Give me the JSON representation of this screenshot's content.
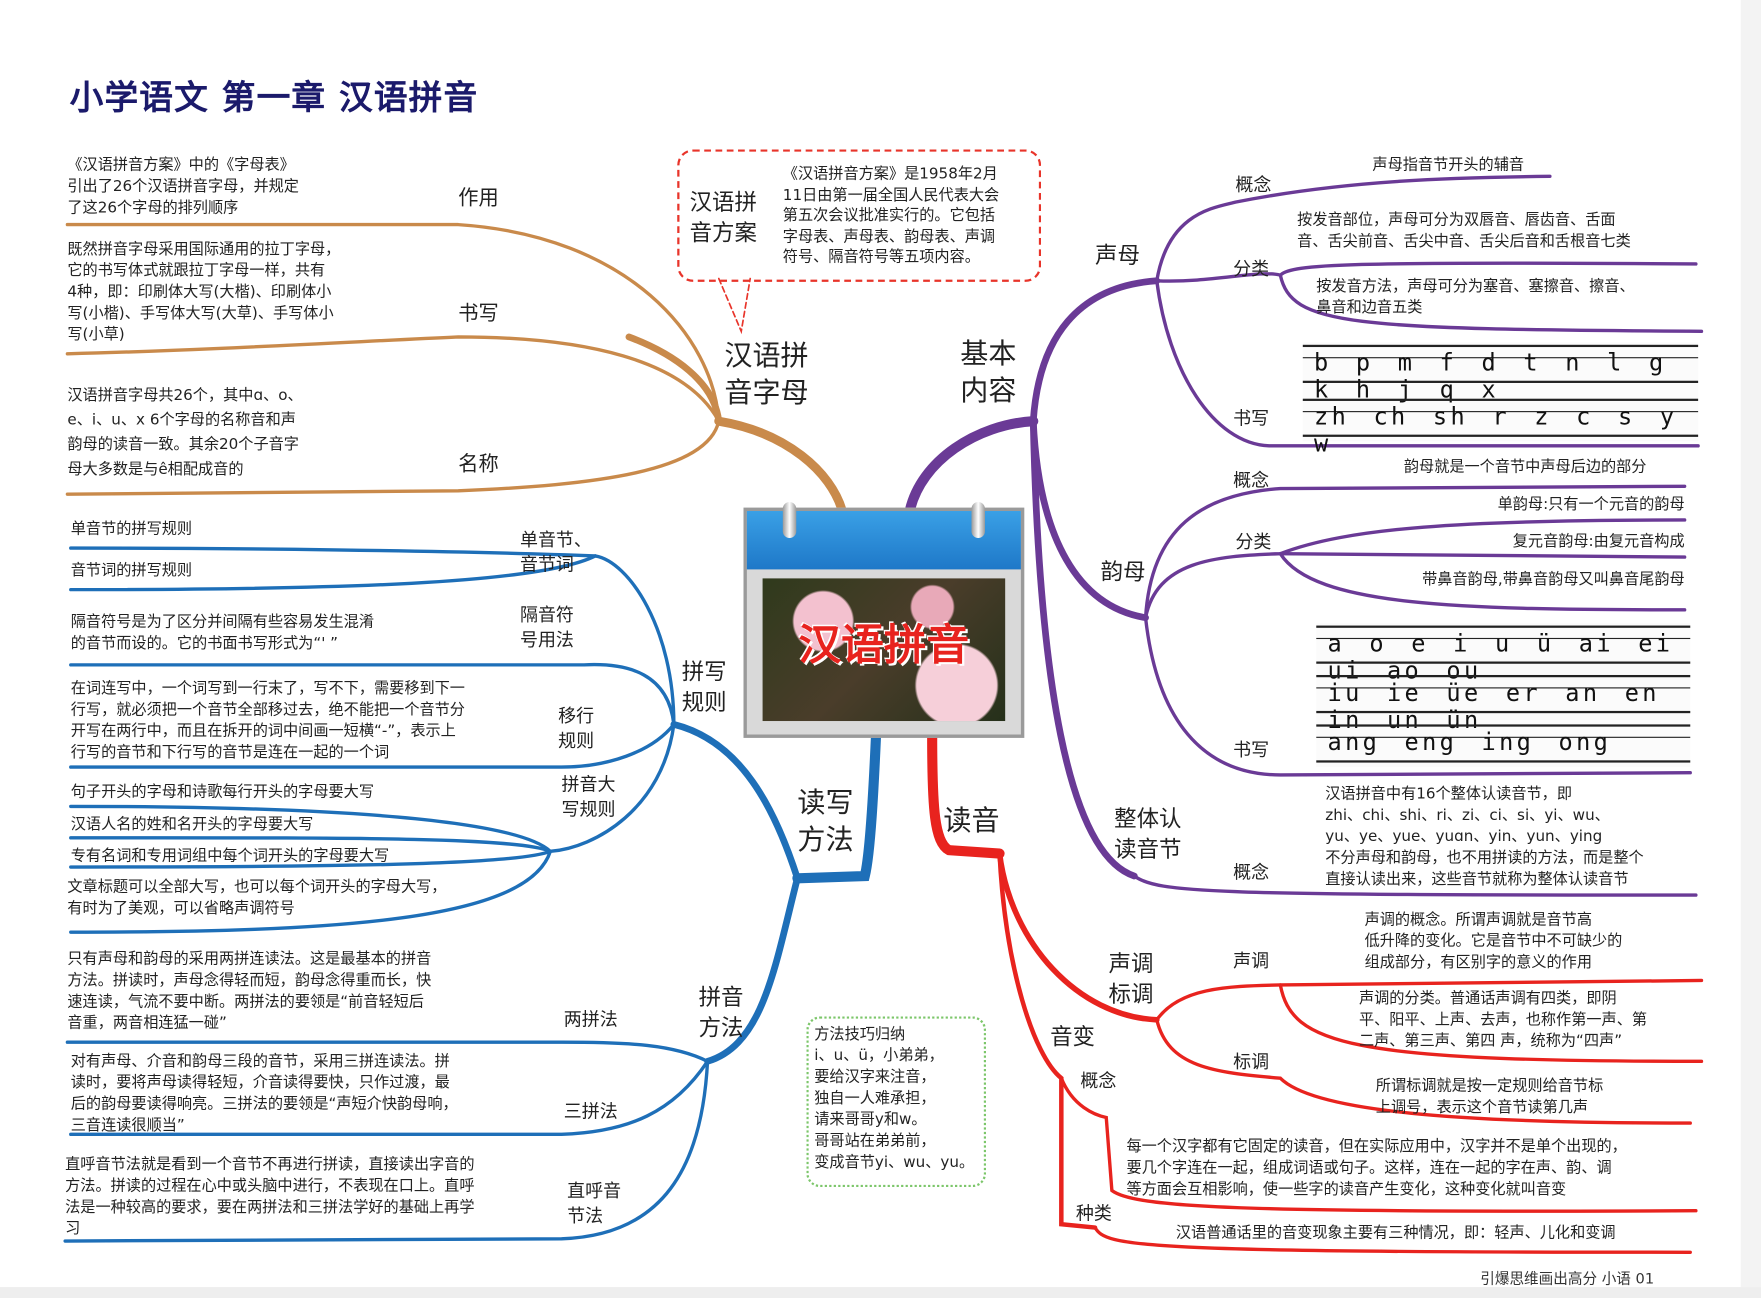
{
  "title": "小学语文  第一章  汉语拼音",
  "center": {
    "label": "汉语拼音"
  },
  "colors": {
    "orange": "#c98a4b",
    "purple": "#6a3a96",
    "blue": "#1e6fb8",
    "red": "#e8231e",
    "title": "#1b1a6b"
  },
  "letters": {
    "main": "汉语拼\n音字母",
    "callout": {
      "title": "汉语拼\n音方案",
      "text": "《汉语拼音方案》是1958年2月\n11日由第一届全国人民代表大会\n第五次会议批准实行的。它包括\n字母表、声母表、韵母表、声调\n符号、隔音符号等五项内容。"
    },
    "branches": [
      {
        "label": "作用",
        "text": "《汉语拼音方案》中的《字母表》\n引出了26个汉语拼音字母，并规定\n了这26个字母的排列顺序"
      },
      {
        "label": "书写",
        "text": "既然拼音字母采用国际通用的拉丁字母，\n它的书写体式就跟拉丁字母一样，共有\n4种，即：印刷体大写(大楷)、印刷体小\n写(小楷)、手写体大写(大草)、手写体小\n写(小草)"
      },
      {
        "label": "名称",
        "text": "汉语拼音字母共26个，其中ɑ、o、\ne、i、u、x 6个字母的名称音和声\n韵母的读音一致。其余20个子音字\n母大多数是与ê相配成音的"
      }
    ]
  },
  "basic": {
    "main": "基本\n内容",
    "shengmu": {
      "label": "声母",
      "concept_label": "概念",
      "concept": "声母指音节开头的辅音",
      "class_label": "分类",
      "class": [
        "按发音部位，声母可分为双唇音、唇齿音、舌面\n音、舌尖前音、舌尖中音、舌尖后音和舌根音七类",
        "按发音方法，声母可分为塞音、塞擦音、擦音、\n鼻音和边音五类"
      ],
      "write_label": "书写",
      "write_rows": [
        "b p m f d t n l g k h j q x",
        "zh ch sh r z c s y w"
      ]
    },
    "yunmu": {
      "label": "韵母",
      "concept_label": "概念",
      "concept": "韵母就是一个音节中声母后边的部分",
      "class_label": "分类",
      "class": [
        "单韵母:只有一个元音的韵母",
        "复元音韵母:由复元音构成",
        "带鼻音韵母,带鼻音韵母又叫鼻音尾韵母"
      ],
      "write_label": "书写",
      "write_rows": [
        "a o e i u ü ai ei ui ao ou",
        "iu ie üe er an en in un ün",
        "ang  eng  ing  ong"
      ]
    },
    "whole": {
      "label": "整体认\n读音节",
      "concept_label": "概念",
      "concept": "汉语拼音中有16个整体认读音节，即\n    zhi、chi、shi、ri、zi、ci、si、yi、wu、\n    yu、ye、yue、yuɑn、yin、yun、ying\n不分声母和韵母，也不用拼读的方法，而是整个\n直接认读出来，这些音节就称为整体认读音节"
    }
  },
  "method": {
    "main": "读写\n方法",
    "spelling": {
      "label": "拼写\n规则",
      "groups": [
        {
          "label": "单音节、\n音节词",
          "items": [
            "单音节的拼写规则",
            "音节词的拼写规则"
          ]
        },
        {
          "label": "隔音符\n号用法",
          "items": [
            "隔音符号是为了区分并间隔有些容易发生混淆\n的音节而设的。它的书面书写形式为“' ”"
          ]
        },
        {
          "label": "移行\n规则",
          "items": [
            "在词连写中，一个词写到一行末了，写不下，需要移到下一\n行写，就必须把一个音节全部移过去，绝不能把一个音节分\n开写在两行中，而且在拆开的词中间画一短横“-”，表示上\n行写的音节和下行写的音节是连在一起的一个词"
          ]
        },
        {
          "label": "拼音大\n写规则",
          "items": [
            "句子开头的字母和诗歌每行开头的字母要大写",
            "汉语人名的姓和名开头的字母要大写",
            "专有名词和专用词组中每个词开头的字母要大写",
            "文章标题可以全部大写，也可以每个词开头的字母大写，\n有时为了美观，可以省略声调符号"
          ]
        }
      ]
    },
    "pinyin": {
      "label": "拼音\n方法",
      "items": [
        {
          "label": "两拼法",
          "text": "只有声母和韵母的采用两拼连读法。这是最基本的拼音\n方法。拼读时，声母念得轻而短，韵母念得重而长，快\n速连读，气流不要中断。两拼法的要领是“前音轻短后\n音重，两音相连猛一碰”"
        },
        {
          "label": "三拼法",
          "text": "对有声母、介音和韵母三段的音节，采用三拼连读法。拼\n读时，要将声母读得轻短，介音读得要快，只作过渡，最\n后的韵母要读得响亮。三拼法的要领是“声短介快韵母响，\n三音连读很顺当”"
        },
        {
          "label": "直呼音\n节法",
          "text": "直呼音节法就是看到一个音节不再进行拼读，直接读出字音的\n方法。拼读的过程在心中或头脑中进行，不表现在口上。直呼\n法是一种较高的要求，要在两拼法和三拼法学好的基础上再学\n习"
        }
      ]
    },
    "tips": "方法技巧归纳\ni、u、ü，小弟弟，\n要给汉字来注音，\n独自一人难承担，\n请来哥哥y和w。\n哥哥站在弟弟前，\n变成音节yi、wu、yu。"
  },
  "reading": {
    "main": "读音",
    "tone": {
      "label": "声调\n标调",
      "tone_label": "声调",
      "tone_texts": [
        "声调的概念。所谓声调就是音节高\n低升降的变化。它是音节中不可缺少的\n 组成部分，有区别字的意义的作用",
        "声调的分类。普通话声调有四类，即阴\n平、阳平、上声、去声，也称作第一声、第\n二声、第三声、第四 声，统称为“四声”"
      ],
      "mark_label": "标调",
      "mark_text": "所谓标调就是按一定规则给音节标\n上调号，表示这个音节读第几声"
    },
    "change": {
      "label": "音变",
      "concept_label": "概念",
      "concept": "每一个汉字都有它固定的读音，但在实际应用中，汉字并不是单个出现的，\n要几个字连在一起，组成词语或句子。这样，连在一起的字在声、韵、调\n  等方面会互相影响，使一些字的读音产生变化，这种变化就叫音变",
      "kind_label": "种类",
      "kind": "汉语普通话里的音变现象主要有三种情况，即：轻声、儿化和变调"
    }
  },
  "footer": "引爆思维画出高分    小语    01"
}
